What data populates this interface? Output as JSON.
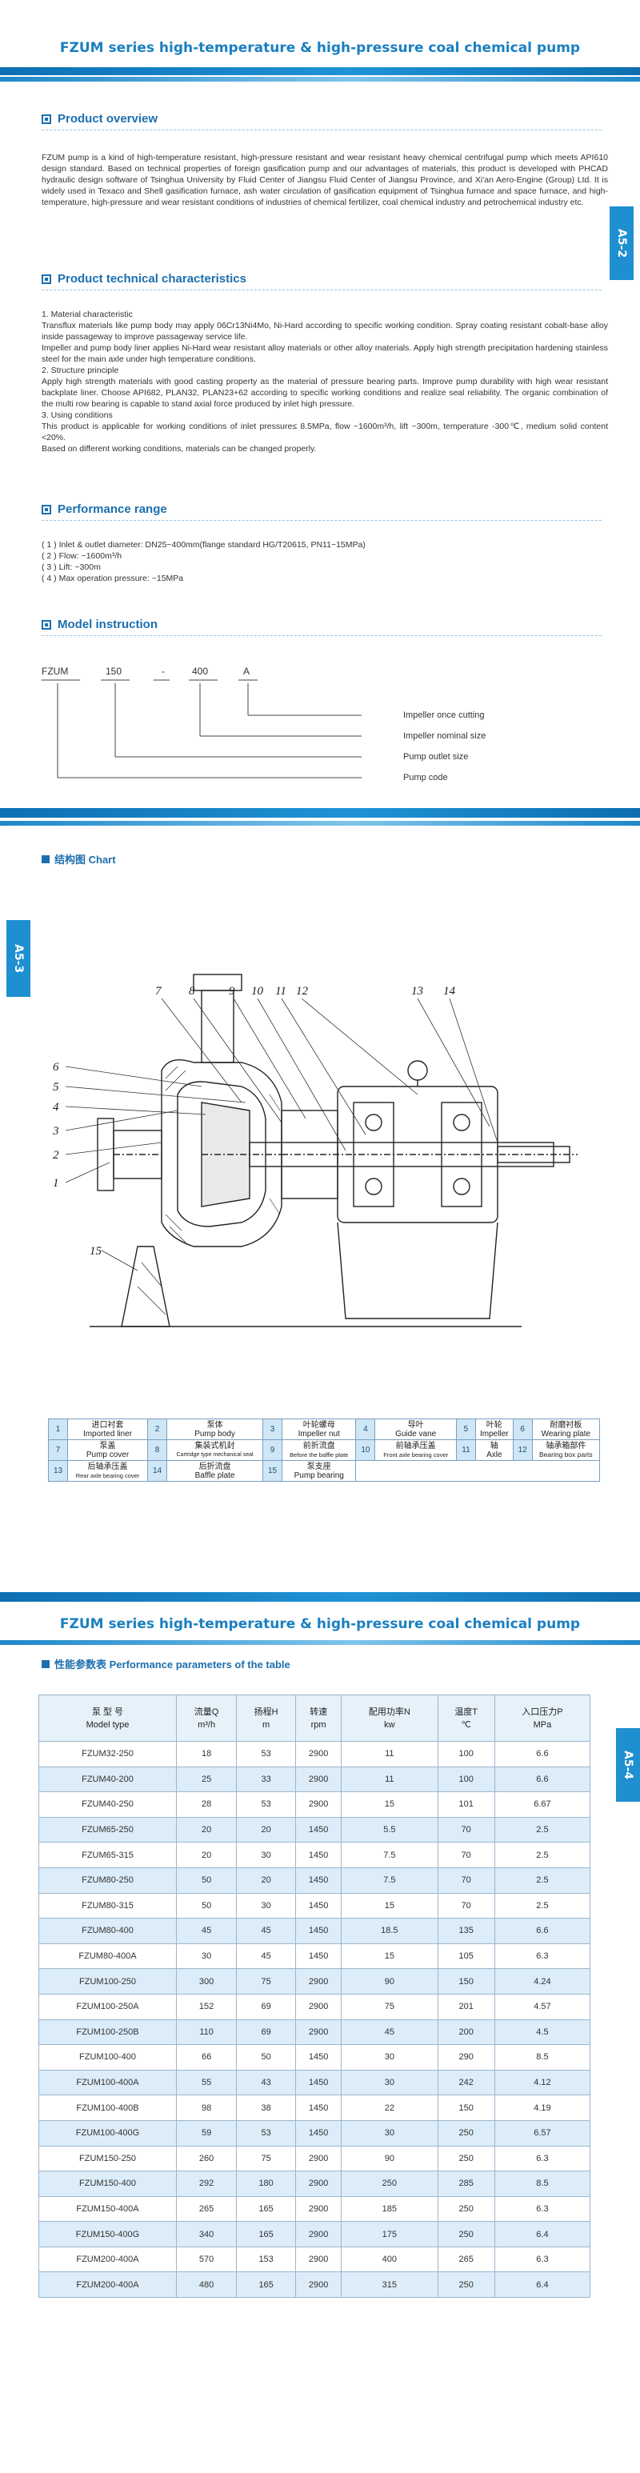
{
  "page1": {
    "title": "FZUM series high-temperature & high-pressure coal chemical pump",
    "tab_a52": "A5-2"
  },
  "overview": {
    "heading": "Product overview",
    "text": "FZUM pump is a kind of high-temperature resistant, high-pressure resistant and wear resistant heavy chemical centrifugal pump which meets API610 design standard. Based on technical properties of foreign gasification pump and our advantages of materials, this product is developed with PHCAD hydraulic design software of Tsinghua University by Fluid Center of Jiangsu Fluid Center of Jiangsu Province, and Xi'an Aero-Engine (Group) Ltd. It is widely used in Texaco and Shell gasification furnace, ash water circulation of gasification equipment of Tsinghua furnace and space furnace, and high-temperature, high-pressure and wear resistant conditions of industries of chemical fertilizer, coal chemical industry and petrochemical industry etc."
  },
  "technical": {
    "heading": "Product technical characteristics",
    "lines": [
      "1. Material characteristic",
      "Transflux materials like pump body may apply 06Cr13Ni4Mo, Ni-Hard according to specific working condition. Spray coating resistant cobalt-base alloy inside passageway to improve passageway service life.",
      "Impeller and pump body liner applies Ni-Hard wear resistant alloy materials or other alloy materials. Apply high strength precipitation hardening stainless steel for the main axle under high temperature conditions.",
      "2. Structure principle",
      "Apply high strength materials with good casting property as the material of pressure bearing parts. Improve pump durability with high wear resistant backplate liner. Choose API682, PLAN32, PLAN23+62 according to specific working conditions and realize seal reliability. The organic combination of the multi row bearing is capable to stand axial force produced by inlet high pressure.",
      "3. Using conditions",
      "This product is applicable for working conditions of inlet pressure≤ 8.5MPa, flow ~1600m³/h, lift ~300m, temperature -300℃, medium solid content <20%.",
      "Based on different working conditions, materials can be changed properly."
    ]
  },
  "performance_range": {
    "heading": "Performance range",
    "items": [
      "( 1 ) Inlet & outlet diameter: DN25~400mm(flange standard HG/T20615, PN11~15MPa)",
      "( 2 ) Flow: ~1600m³/h",
      "( 3 ) Lift: ~300m",
      "( 4 ) Max operation pressure: ~15MPa"
    ]
  },
  "model_instruction": {
    "heading": "Model instruction",
    "code_parts": [
      "FZUM",
      "150",
      "-",
      "400",
      "A"
    ],
    "descriptions": [
      "Impeller once cutting",
      "Impeller nominal size",
      "Pump outlet size",
      "Pump code"
    ]
  },
  "chart_section": {
    "heading": "结构图  Chart",
    "tab_a53": "A5-3",
    "callouts": [
      "1",
      "2",
      "3",
      "4",
      "5",
      "6",
      "7",
      "8",
      "9",
      "10",
      "11",
      "12",
      "13",
      "14",
      "15"
    ]
  },
  "parts": [
    {
      "num": "1",
      "cn": "进口衬套",
      "en": "Imported liner"
    },
    {
      "num": "2",
      "cn": "泵体",
      "en": "Pump body"
    },
    {
      "num": "3",
      "cn": "叶轮螺母",
      "en": "Impeller nut"
    },
    {
      "num": "4",
      "cn": "导叶",
      "en": "Guide vane"
    },
    {
      "num": "5",
      "cn": "叶轮",
      "en": "Impeller"
    },
    {
      "num": "6",
      "cn": "耐磨衬板",
      "en": "Wearing plate"
    },
    {
      "num": "7",
      "cn": "泵盖",
      "en": "Pump cover"
    },
    {
      "num": "8",
      "cn": "集装式机封",
      "en": "Cartridge type mechanical seal"
    },
    {
      "num": "9",
      "cn": "前折流盘",
      "en": "Before the baffle plate"
    },
    {
      "num": "10",
      "cn": "前轴承压盖",
      "en": "Front axle bearing cover"
    },
    {
      "num": "11",
      "cn": "轴",
      "en": "Axle"
    },
    {
      "num": "12",
      "cn": "轴承箱部件",
      "en": "Bearing box parts"
    },
    {
      "num": "13",
      "cn": "后轴承压盖",
      "en": "Rear axle bearing cover"
    },
    {
      "num": "14",
      "cn": "后折流盘",
      "en": "Baffle plate"
    },
    {
      "num": "15",
      "cn": "泵支座",
      "en": "Pump bearing"
    }
  ],
  "page2": {
    "title": "FZUM series high-temperature & high-pressure coal chemical pump",
    "table_heading": "性能参数表  Performance parameters of the table",
    "tab_a54": "A5-4"
  },
  "perf_table": {
    "headers": [
      {
        "cn": "泵  型  号",
        "en": "Model type"
      },
      {
        "cn": "流量Q",
        "en": "m³/h"
      },
      {
        "cn": "扬程H",
        "en": "m"
      },
      {
        "cn": "转速",
        "en": "rpm"
      },
      {
        "cn": "配用功率N",
        "en": "kw"
      },
      {
        "cn": "温度T",
        "en": "℃"
      },
      {
        "cn": "入口压力P",
        "en": "MPa"
      }
    ],
    "rows": [
      [
        "FZUM32-250",
        "18",
        "53",
        "2900",
        "11",
        "100",
        "6.6"
      ],
      [
        "FZUM40-200",
        "25",
        "33",
        "2900",
        "11",
        "100",
        "6.6"
      ],
      [
        "FZUM40-250",
        "28",
        "53",
        "2900",
        "15",
        "101",
        "6.67"
      ],
      [
        "FZUM65-250",
        "20",
        "20",
        "1450",
        "5.5",
        "70",
        "2.5"
      ],
      [
        "FZUM65-315",
        "20",
        "30",
        "1450",
        "7.5",
        "70",
        "2.5"
      ],
      [
        "FZUM80-250",
        "50",
        "20",
        "1450",
        "7.5",
        "70",
        "2.5"
      ],
      [
        "FZUM80-315",
        "50",
        "30",
        "1450",
        "15",
        "70",
        "2.5"
      ],
      [
        "FZUM80-400",
        "45",
        "45",
        "1450",
        "18.5",
        "135",
        "6.6"
      ],
      [
        "FZUM80-400A",
        "30",
        "45",
        "1450",
        "15",
        "105",
        "6.3"
      ],
      [
        "FZUM100-250",
        "300",
        "75",
        "2900",
        "90",
        "150",
        "4.24"
      ],
      [
        "FZUM100-250A",
        "152",
        "69",
        "2900",
        "75",
        "201",
        "4.57"
      ],
      [
        "FZUM100-250B",
        "110",
        "69",
        "2900",
        "45",
        "200",
        "4.5"
      ],
      [
        "FZUM100-400",
        "66",
        "50",
        "1450",
        "30",
        "290",
        "8.5"
      ],
      [
        "FZUM100-400A",
        "55",
        "43",
        "1450",
        "30",
        "242",
        "4.12"
      ],
      [
        "FZUM100-400B",
        "98",
        "38",
        "1450",
        "22",
        "150",
        "4.19"
      ],
      [
        "FZUM100-400G",
        "59",
        "53",
        "1450",
        "30",
        "250",
        "6.57"
      ],
      [
        "FZUM150-250",
        "260",
        "75",
        "2900",
        "90",
        "250",
        "6.3"
      ],
      [
        "FZUM150-400",
        "292",
        "180",
        "2900",
        "250",
        "285",
        "8.5"
      ],
      [
        "FZUM150-400A",
        "265",
        "165",
        "2900",
        "185",
        "250",
        "6.3"
      ],
      [
        "FZUM150-400G",
        "340",
        "165",
        "2900",
        "175",
        "250",
        "6.4"
      ],
      [
        "FZUM200-400A",
        "570",
        "153",
        "2900",
        "400",
        "265",
        "6.3"
      ],
      [
        "FZUM200-400A",
        "480",
        "165",
        "2900",
        "315",
        "250",
        "6.4"
      ]
    ]
  }
}
